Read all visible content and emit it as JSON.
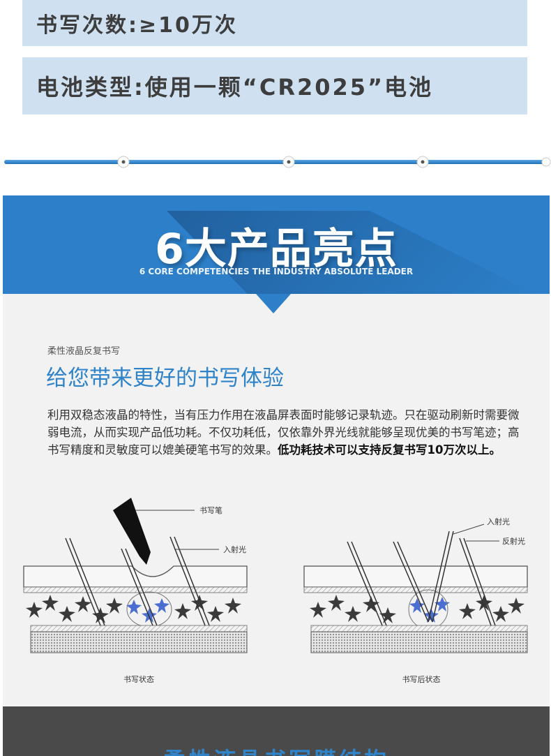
{
  "specs": {
    "write_count": "书写次数:≥10万次",
    "battery": "电池类型:使用一颗“CR2025”电池"
  },
  "banner": {
    "title": "6大产品亮点",
    "subtitle": "6 CORE COMPETENCIES  THE INDUSTRY ABSOLUTE LEADER"
  },
  "section": {
    "kicker": "柔性液晶反复书写",
    "headline": "给您带来更好的书写体验",
    "paragraph": "利用双稳态液晶的特性，当有压力作用在液晶屏表面时能够记录轨迹。只在驱动刷新时需要微弱电流，从而实现产品低功耗。不仅功耗低，仅依靠外界光线就能够呈现优美的书写笔迹；高书写精度和灵敏度可以媲美硬笔书写的效果。",
    "paragraph_bold": "低功耗技术可以支持反复书写10万次以上。"
  },
  "diagram": {
    "left": {
      "pen_label": "书写笔",
      "incident_label": "入射光",
      "caption": "书写状态"
    },
    "right": {
      "incident_label": "入射光",
      "reflect_label": "反射光",
      "caption": "书写后状态"
    }
  },
  "footer": {
    "title": "柔性液晶书写膜结构"
  },
  "colors": {
    "accent": "#2c7fc8",
    "spec_bg": "#cfe0f1",
    "content_bg": "#f2f2f2",
    "footer_bg": "#4a4a4a"
  }
}
